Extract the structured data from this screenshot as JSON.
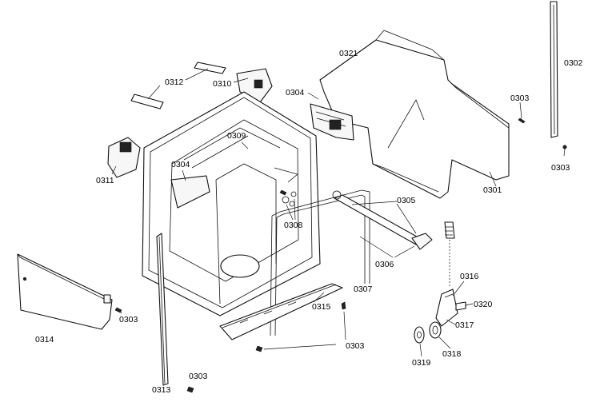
{
  "labels": {
    "p0321": "0321",
    "p0302": "0302",
    "p0312": "0312",
    "p0310": "0310",
    "p0304a": "0304",
    "p0304b": "0304",
    "p0303a": "0303",
    "p0303b": "0303",
    "p0303c": "0303",
    "p0303d": "0303",
    "p0303e": "0303",
    "p0309": "0309",
    "p0311": "0311",
    "p0301": "0301",
    "p0305": "0305",
    "p0308": "0308",
    "p0306": "0306",
    "p0307": "0307",
    "p0315": "0315",
    "p0316": "0316",
    "p0320": "0320",
    "p0317": "0317",
    "p0314": "0314",
    "p0318": "0318",
    "p0319": "0319",
    "p0313": "0313"
  }
}
